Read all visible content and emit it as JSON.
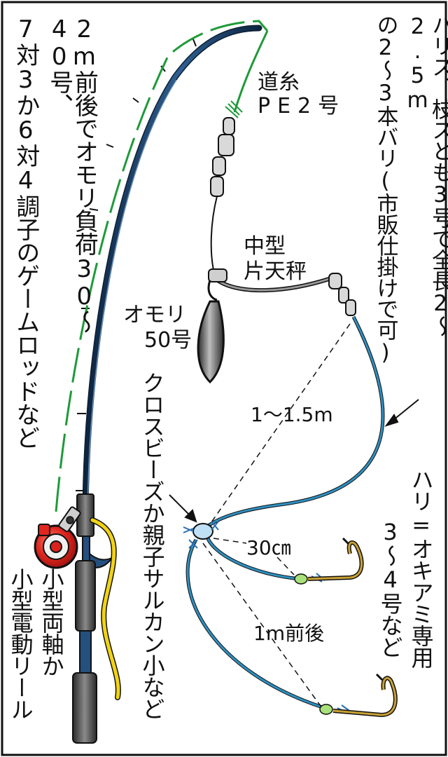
{
  "labels": {
    "rod_line1": "2m前後でオモリ負荷30〜40号、",
    "rod_line2": "7対3か6対4調子のゲームロッドなど",
    "main_line_1": "道糸",
    "main_line_2": "PE2号",
    "tenbin_1": "中型",
    "tenbin_2": "片天秤",
    "sinker_1": "オモリ",
    "sinker_2": "50号",
    "harisu_line1": "ハリス、枝スとも3号で全長2〜2.5m",
    "harisu_line2": "の2〜3本バリ(市販仕掛けで可)",
    "dist_1": "1〜1.5m",
    "bead": "クロスビーズか親子サルカン小など",
    "dist_2": "30㎝",
    "dist_3": "1m前後",
    "hook_line1": "ハリ=オキアミ専用",
    "hook_line2": "3〜4号など",
    "reel_line1": "小型両軸か",
    "reel_line2": "小型電動リール"
  },
  "colors": {
    "frame": "#111111",
    "rod": "#1e3a5f",
    "main_line": "#1f9a3a",
    "leader": "#2e8fc0",
    "reel": "#d8231f",
    "reel_cord": "#f2d312",
    "hook": "#b8902a",
    "sinker": "#4a4a4a"
  }
}
